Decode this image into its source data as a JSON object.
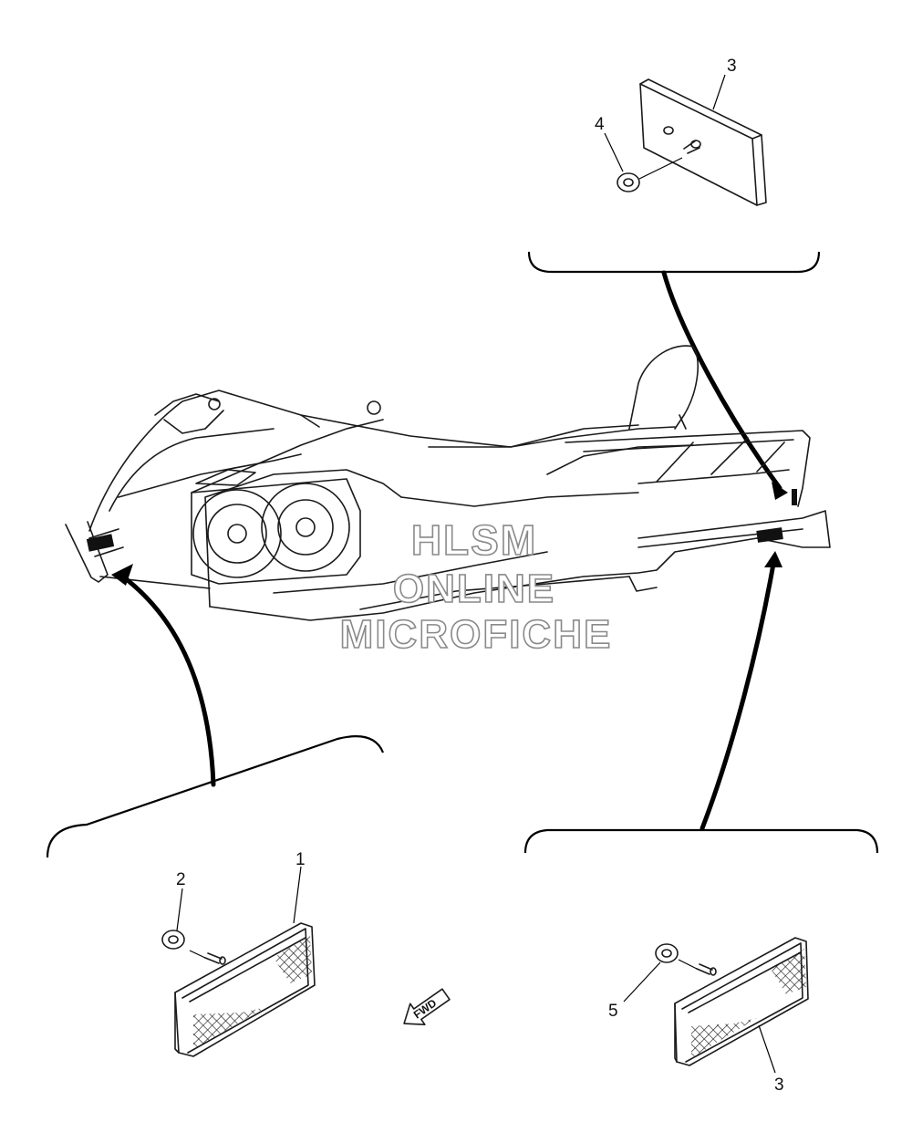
{
  "callouts": {
    "part_3_top": "3",
    "part_4": "4",
    "part_1": "1",
    "part_2": "2",
    "part_5": "5",
    "part_3_bottom": "3"
  },
  "direction_marker": "FWD",
  "watermark": {
    "line1": "HLSM",
    "line2": "ONLINE",
    "line3": "MICROFICHE"
  }
}
